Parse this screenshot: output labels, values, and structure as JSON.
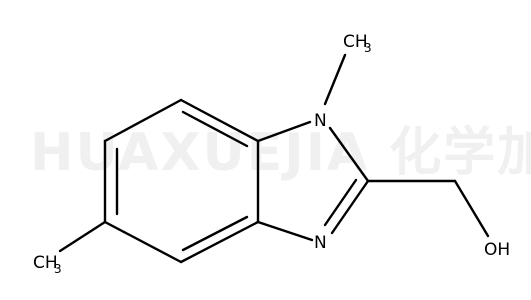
{
  "watermark": "HUAXUEJIA 化学加",
  "atoms": {
    "n1": "N",
    "n3": "N",
    "methyl_top": {
      "main": "CH",
      "sub": "3"
    },
    "methyl_left": {
      "main": "CH",
      "sub": "3"
    },
    "hydroxyl": "OH"
  },
  "colors": {
    "bond": "#000000",
    "watermark": "#f0f0f0",
    "background": "#ffffff"
  }
}
